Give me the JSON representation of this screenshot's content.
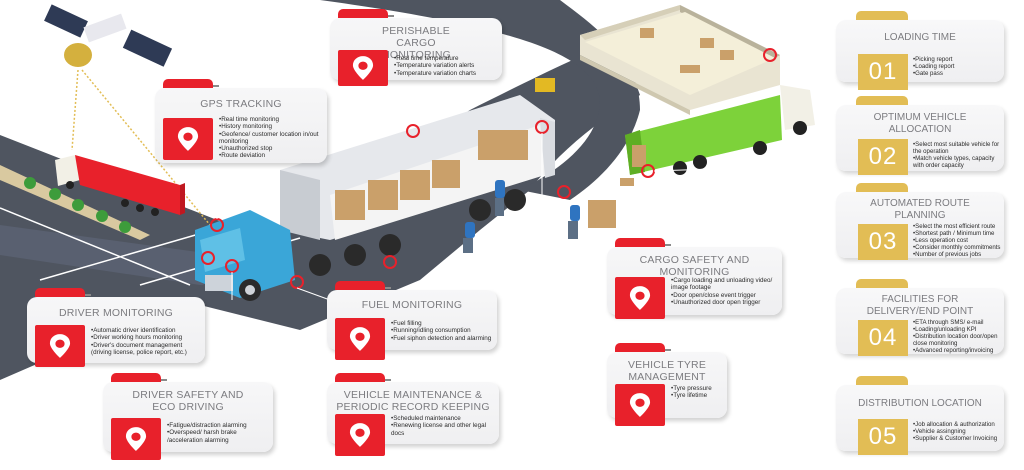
{
  "colors": {
    "accent_red": "#e8212b",
    "accent_gold": "#e2bd55",
    "road": "#4f5560",
    "truck_blue": "#3aa6d8",
    "trailer_green": "#7dd23a",
    "trailer_red": "#e8212b"
  },
  "icons": {
    "feature_icon": "location-pin-icon"
  },
  "feature_cards": [
    {
      "id": "gps",
      "title": "GPS TRACKING",
      "items": [
        "Real time monitoring",
        "History monitoring",
        "Geofence/ customer location in/out monitoring",
        "Unauthorized stop",
        "Route deviation"
      ]
    },
    {
      "id": "perishable",
      "title": "PERISHABLE CARGO MONITORING",
      "items": [
        "Real time temperature",
        "Temperature variation alerts",
        "Temperature variation charts"
      ]
    },
    {
      "id": "driver_monitoring",
      "title": "DRIVER MONITORING",
      "items": [
        "Automatic driver identification",
        "Driver working hours monitoring",
        "Driver's document management (driving license, police report, etc.)"
      ]
    },
    {
      "id": "driver_safety",
      "title": "DRIVER SAFETY AND ECO DRIVING",
      "items": [
        "Fatigue/distraction alarming",
        "Overspeed/ harsh brake /acceleration alarming"
      ]
    },
    {
      "id": "fuel",
      "title": "FUEL MONITORING",
      "items": [
        "Fuel filling",
        "Running/idling consumption",
        "Fuel siphon detection and alarming"
      ]
    },
    {
      "id": "maintenance",
      "title": "VEHICLE MAINTENANCE & PERIODIC RECORD KEEPING",
      "items": [
        "Scheduled maintenance",
        "Renewing license and other legal docs"
      ]
    },
    {
      "id": "cargo_safety",
      "title": "CARGO SAFETY AND MONITORING",
      "items": [
        "Cargo loading and unloading video/ image footage",
        "Door open/close event trigger",
        "Unauthorized door open trigger"
      ]
    },
    {
      "id": "tyre",
      "title": "VEHICLE TYRE MANAGEMENT",
      "items": [
        "Tyre pressure",
        "Tyre lifetime"
      ]
    }
  ],
  "steps": [
    {
      "number": "01",
      "title": "LOADING TIME",
      "items": [
        "Picking report",
        "Loading report",
        "Gate pass"
      ]
    },
    {
      "number": "02",
      "title": "OPTIMUM VEHICLE ALLOCATION",
      "items": [
        "Select most suitable vehicle for the operation",
        "Match vehicle types, capacity with order capacity"
      ]
    },
    {
      "number": "03",
      "title": "AUTOMATED ROUTE PLANNING",
      "items": [
        "Select the most efficient route",
        "Shortest path / Minimum time",
        "Less operation cost",
        "Consider monthly commitments",
        "Number of previous jobs"
      ]
    },
    {
      "number": "04",
      "title": "FACILITIES FOR DELIVERY/END POINT",
      "items": [
        "ETA through SMS/ e-mail",
        "Loading/unloading KPI",
        "Distribution location door/open close monitoring",
        "Advanced reporting/invoicing"
      ]
    },
    {
      "number": "05",
      "title": "DISTRIBUTION LOCATION",
      "items": [
        "Job allocation & authorization",
        "Vehicle assingning",
        "Supplier & Customer Invoicing"
      ]
    }
  ]
}
